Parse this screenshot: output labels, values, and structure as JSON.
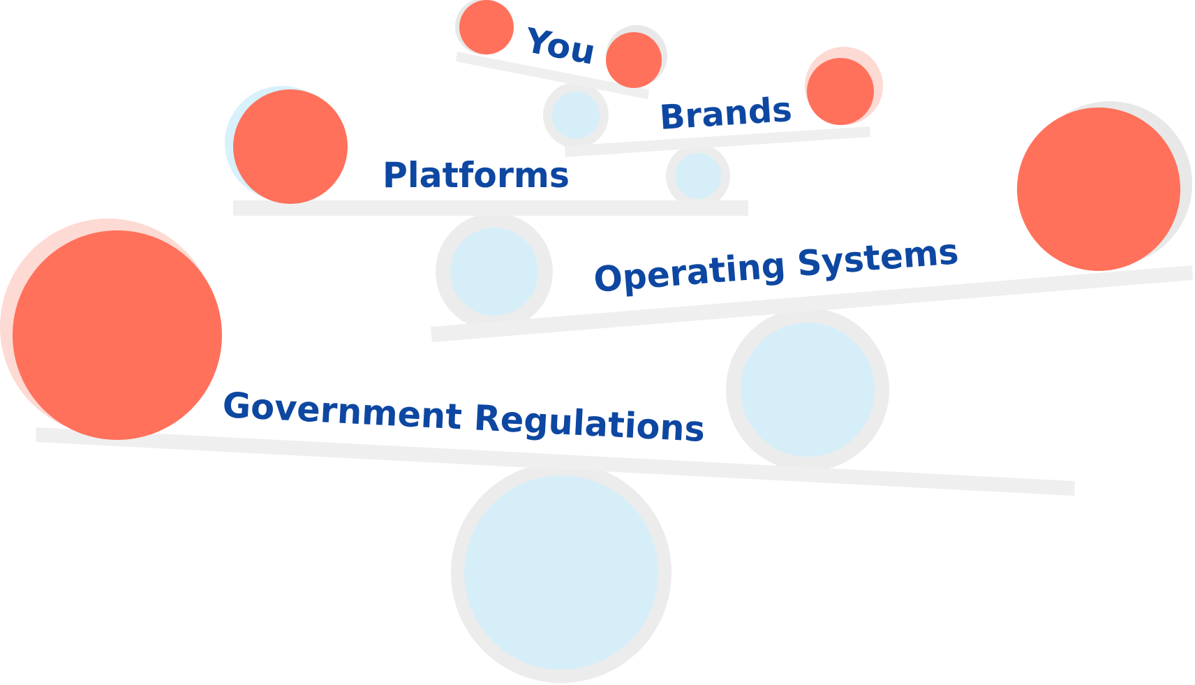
{
  "colors": {
    "plank": "#efefef",
    "fulcrum_ring": "#ececec",
    "fulcrum_fill": "#d6eef8",
    "weight": "#ff715b",
    "weight_shadow_pink": "#fddad3",
    "weight_shadow_blue": "#d8f1fb",
    "weight_shadow_grey": "#e8e8e8",
    "label": "#0d47a1"
  },
  "layers": [
    {
      "label": "You"
    },
    {
      "label": "Brands"
    },
    {
      "label": "Platforms"
    },
    {
      "label": "Operating Systems"
    },
    {
      "label": "Government Regulations"
    }
  ]
}
